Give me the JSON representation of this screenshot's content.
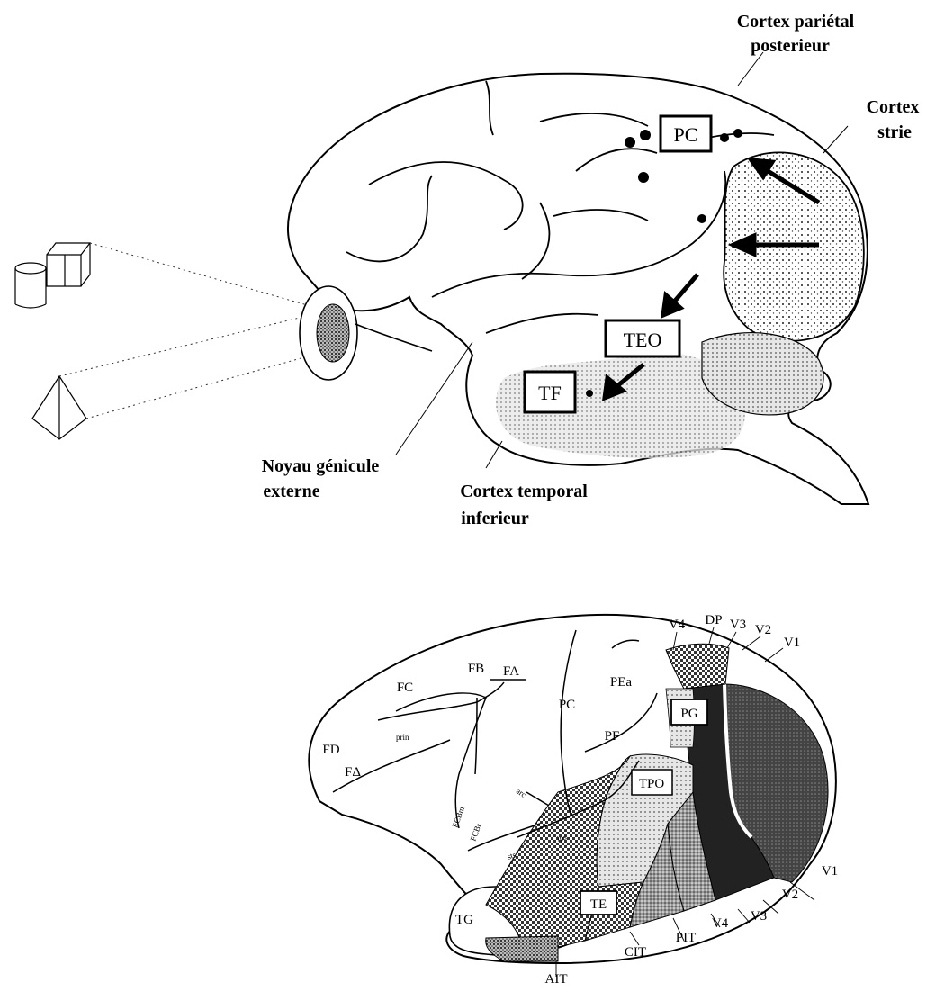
{
  "top_diagram": {
    "labels": {
      "parietal_line1": "Cortex pariétal",
      "parietal_line2": "posterieur",
      "striate_line1": "Cortex",
      "striate_line2": "strie",
      "lgn_line1": "Noyau génicule",
      "lgn_line2": "externe",
      "temporal_line1": "Cortex temporal",
      "temporal_line2": "inferieur"
    },
    "boxes": {
      "pc": "PC",
      "teo": "TEO",
      "tf": "TF"
    }
  },
  "bottom_diagram": {
    "labels": {
      "v4_top": "V4",
      "dp": "DP",
      "v3_top": "V3",
      "v2_top": "V2",
      "v1_top": "V1",
      "fb": "FB",
      "fa": "FA",
      "fc": "FC",
      "pea": "PEa",
      "pc": "PC",
      "pf": "PF",
      "fd": "FD",
      "fdelta": "FΔ",
      "v1_bottom": "V1",
      "v2_bottom": "V2",
      "v3_bottom": "V3",
      "v4_bottom": "V4",
      "pit": "PIT",
      "cit": "CIT",
      "ait": "AIT",
      "tg": "TG"
    },
    "boxes": {
      "pg": "PG",
      "tpo": "TPO",
      "te": "TE"
    },
    "sulcus_labels": {
      "prin": "prin",
      "arc": "arc",
      "fcbm": "FCBm",
      "fcbr": "FCBr",
      "sts": "sts",
      "ips": "ips"
    }
  }
}
